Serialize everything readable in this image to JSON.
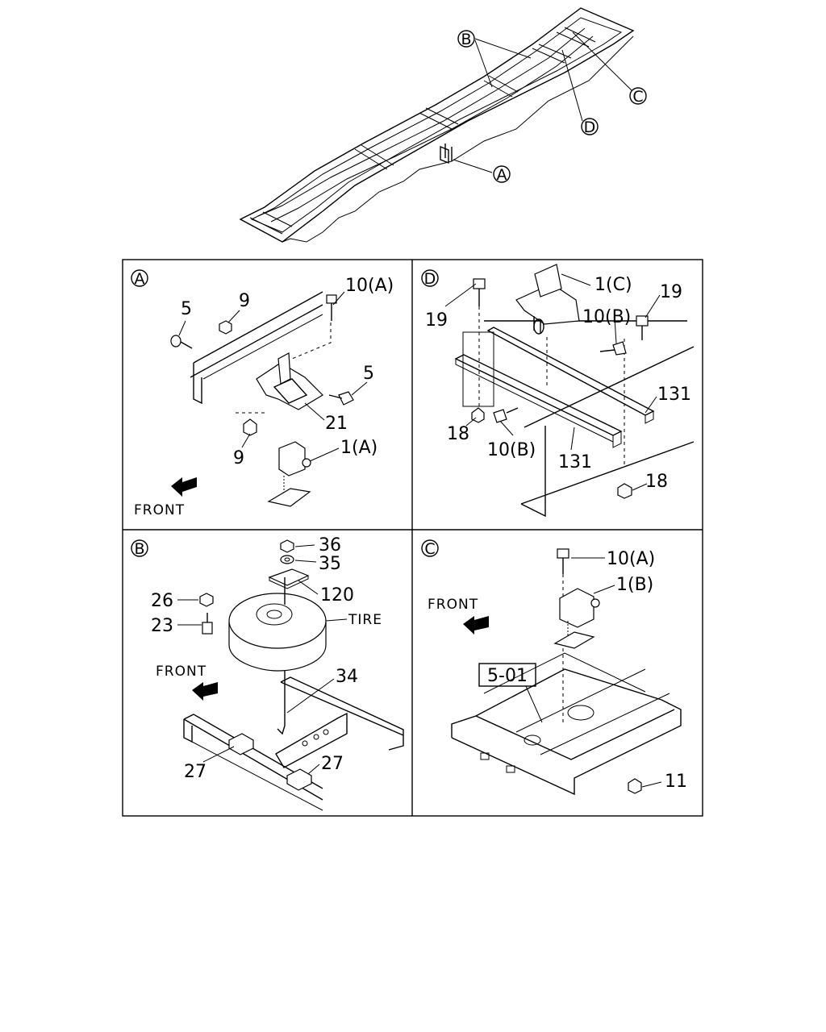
{
  "overview": {
    "callouts": {
      "A": "A",
      "B": "B",
      "C": "C",
      "D": "D"
    }
  },
  "panel_a": {
    "marker": "A",
    "front": "FRONT",
    "labels": {
      "p10a": "10(A)",
      "p5_top": "5",
      "p9_top": "9",
      "p5_right": "5",
      "p21": "21",
      "p9_bottom": "9",
      "p1a": "1(A)"
    }
  },
  "panel_d": {
    "marker": "D",
    "labels": {
      "p19_left": "19",
      "p1c": "1(C)",
      "p19_right": "19",
      "p10b_top": "10(B)",
      "p131_right": "131",
      "p18_left": "18",
      "p10b_bottom": "10(B)",
      "p131_bottom": "131",
      "p18_bottom": "18"
    }
  },
  "panel_b": {
    "marker": "B",
    "front": "FRONT",
    "tire": "TIRE",
    "labels": {
      "p36": "36",
      "p35": "35",
      "p120": "120",
      "p26": "26",
      "p23": "23",
      "p34": "34",
      "p27_left": "27",
      "p27_right": "27"
    }
  },
  "panel_c": {
    "marker": "C",
    "front": "FRONT",
    "ref": "5-01",
    "labels": {
      "p10a": "10(A)",
      "p1b": "1(B)",
      "p11": "11"
    }
  }
}
